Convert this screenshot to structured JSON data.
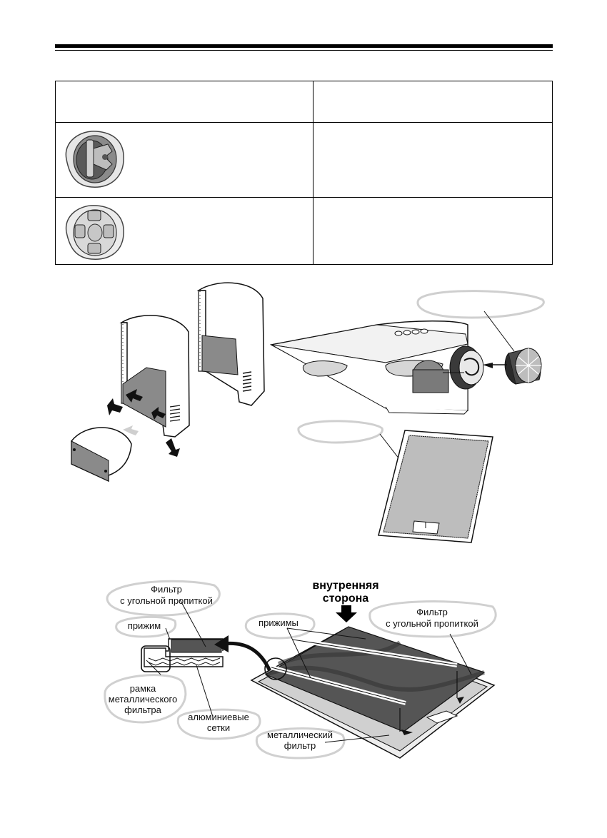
{
  "labels": {
    "carbon_filter_left": [
      "Фильтр",
      "с угольной пропиткой"
    ],
    "clamp": "прижим",
    "metal_frame": [
      "рамка",
      "металлического",
      "фильтра"
    ],
    "aluminium_mesh": [
      "алюминиевые",
      "сетки"
    ],
    "inner_side": [
      "внутренняя",
      "сторона"
    ],
    "clamps": "прижимы",
    "carbon_filter_right": [
      "Фильтр",
      "с угольной пропиткой"
    ],
    "metal_filter": [
      "металлический",
      "фильтр"
    ]
  },
  "icons": {
    "knob_1": "rotary-knob-icon",
    "knob_2": "clip-fastener-icon"
  }
}
